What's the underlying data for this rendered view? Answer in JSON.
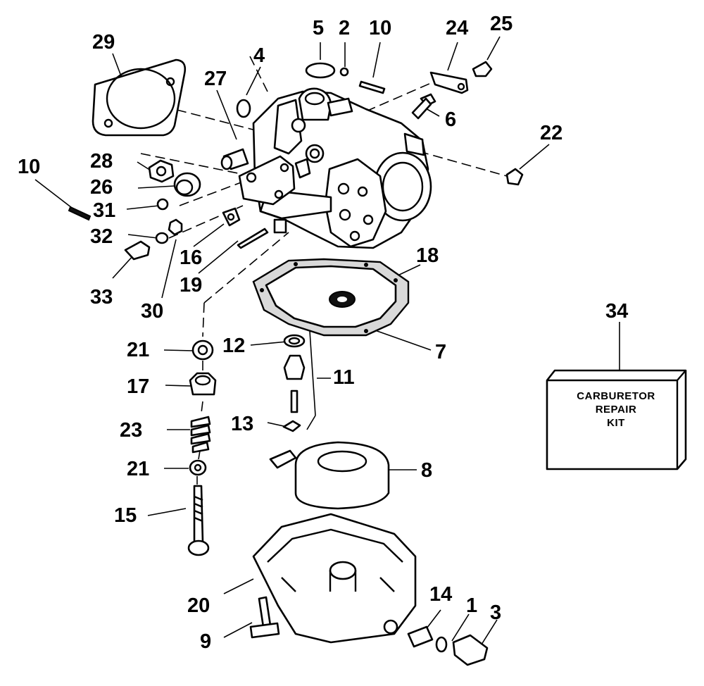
{
  "callouts": {
    "p1": "1",
    "p2": "2",
    "p3": "3",
    "p4": "4",
    "p5": "5",
    "p6": "6",
    "p7": "7",
    "p8": "8",
    "p9": "9",
    "p10a": "10",
    "p10b": "10",
    "p11": "11",
    "p12": "12",
    "p13": "13",
    "p14": "14",
    "p15": "15",
    "p16": "16",
    "p17": "17",
    "p18": "18",
    "p19": "19",
    "p20": "20",
    "p21a": "21",
    "p21b": "21",
    "p22": "22",
    "p23": "23",
    "p24": "24",
    "p25": "25",
    "p26": "26",
    "p27": "27",
    "p28": "28",
    "p29": "29",
    "p30": "30",
    "p31": "31",
    "p32": "32",
    "p33": "33",
    "p34": "34"
  },
  "kit_box": {
    "line1": "CARBURETOR",
    "line2": "REPAIR",
    "line3": "KIT"
  }
}
